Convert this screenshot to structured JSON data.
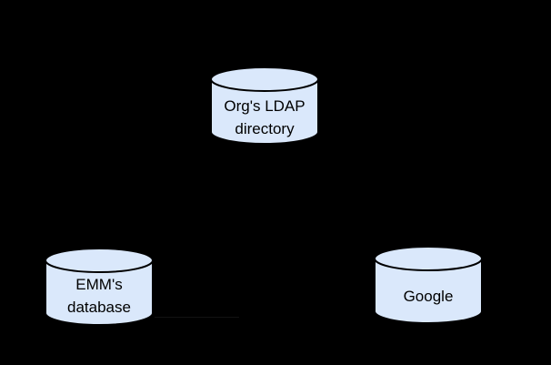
{
  "canvas": {
    "background_color": "#000000"
  },
  "diagram": {
    "artifact_line_color": "#121212",
    "nodes": [
      {
        "id": "orgs-ldap-directory",
        "shape": "cylinder",
        "label_lines": [
          "Org's LDAP",
          "directory"
        ],
        "fill_color": "#dae8fb",
        "stroke_color": "#000000",
        "text_color": "#000000"
      },
      {
        "id": "emms-database",
        "shape": "cylinder",
        "label_lines": [
          "EMM's",
          "database"
        ],
        "fill_color": "#dae8fb",
        "stroke_color": "#000000",
        "text_color": "#000000"
      },
      {
        "id": "google",
        "shape": "cylinder",
        "label_lines": [
          "Google"
        ],
        "fill_color": "#dae8fb",
        "stroke_color": "#000000",
        "text_color": "#000000"
      }
    ]
  }
}
